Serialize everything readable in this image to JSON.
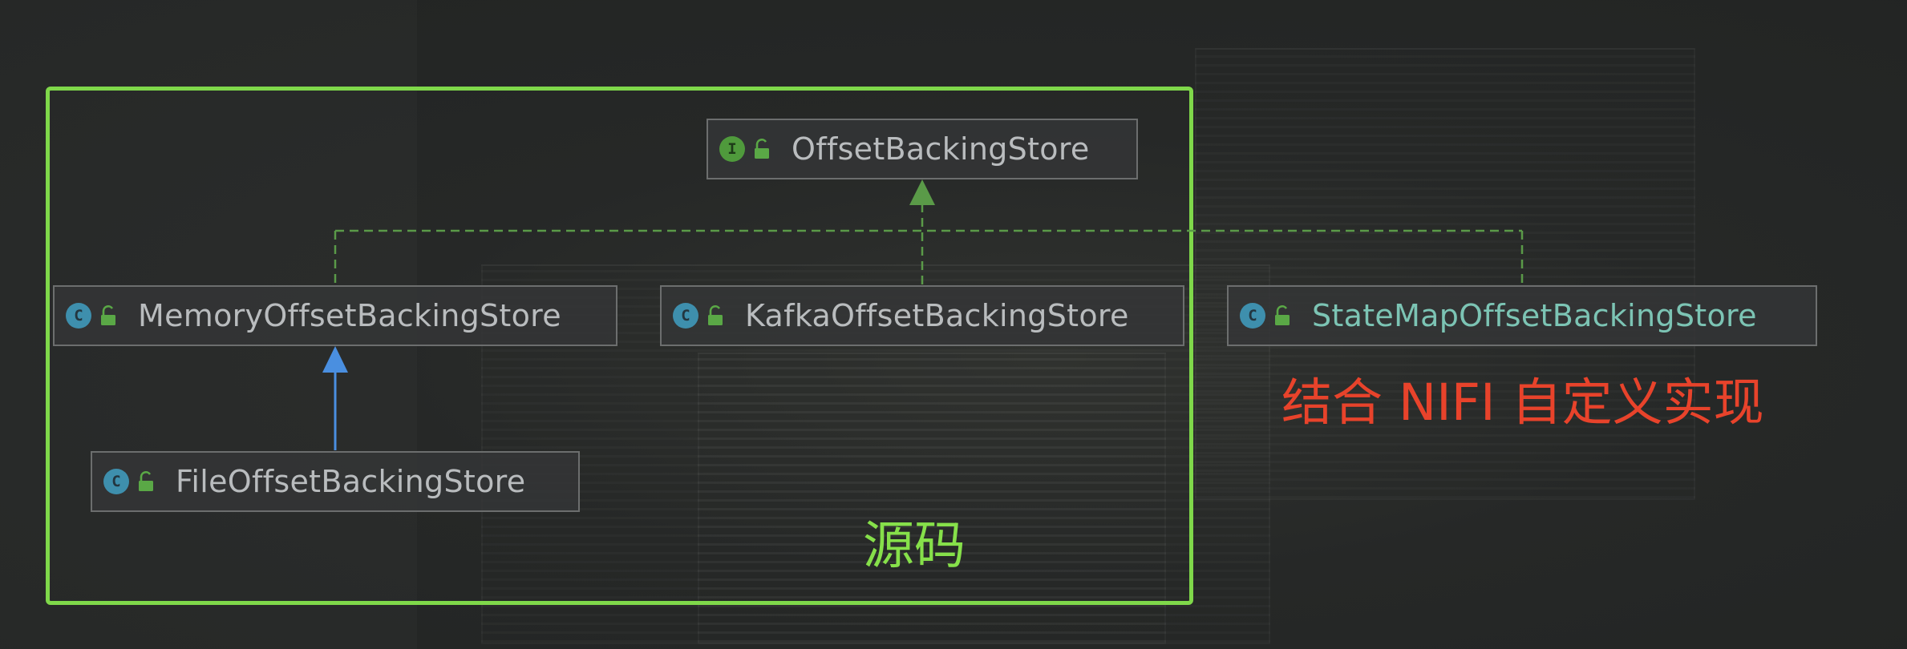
{
  "frame": {
    "source_label": "源码"
  },
  "annotation": {
    "custom_impl_label": "结合 NIFI 自定义实现"
  },
  "nodes": {
    "offset_backing_store": {
      "label": "OffsetBackingStore",
      "badge": "I",
      "kind": "interface"
    },
    "memory_offset_backing_store": {
      "label": "MemoryOffsetBackingStore",
      "badge": "C",
      "kind": "class"
    },
    "kafka_offset_backing_store": {
      "label": "KafkaOffsetBackingStore",
      "badge": "C",
      "kind": "class"
    },
    "state_map_offset_backing_store": {
      "label": "StateMapOffsetBackingStore",
      "badge": "C",
      "kind": "class"
    },
    "file_offset_backing_store": {
      "label": "FileOffsetBackingStore",
      "badge": "C",
      "kind": "class"
    }
  },
  "edges": [
    {
      "from": "MemoryOffsetBackingStore",
      "to": "OffsetBackingStore",
      "type": "implements"
    },
    {
      "from": "KafkaOffsetBackingStore",
      "to": "OffsetBackingStore",
      "type": "implements"
    },
    {
      "from": "StateMapOffsetBackingStore",
      "to": "OffsetBackingStore",
      "type": "implements"
    },
    {
      "from": "FileOffsetBackingStore",
      "to": "MemoryOffsetBackingStore",
      "type": "extends"
    }
  ],
  "colors": {
    "frame": "#7fd84a",
    "implements_edge": "#5a9a48",
    "extends_edge": "#4a8fe0",
    "annotation": "#e8432b",
    "class_badge": "#3e8fad",
    "interface_badge": "#4f9a3c"
  },
  "icons": {
    "class": "class-c-icon",
    "interface": "interface-i-icon",
    "visibility": "public-lock-icon"
  }
}
